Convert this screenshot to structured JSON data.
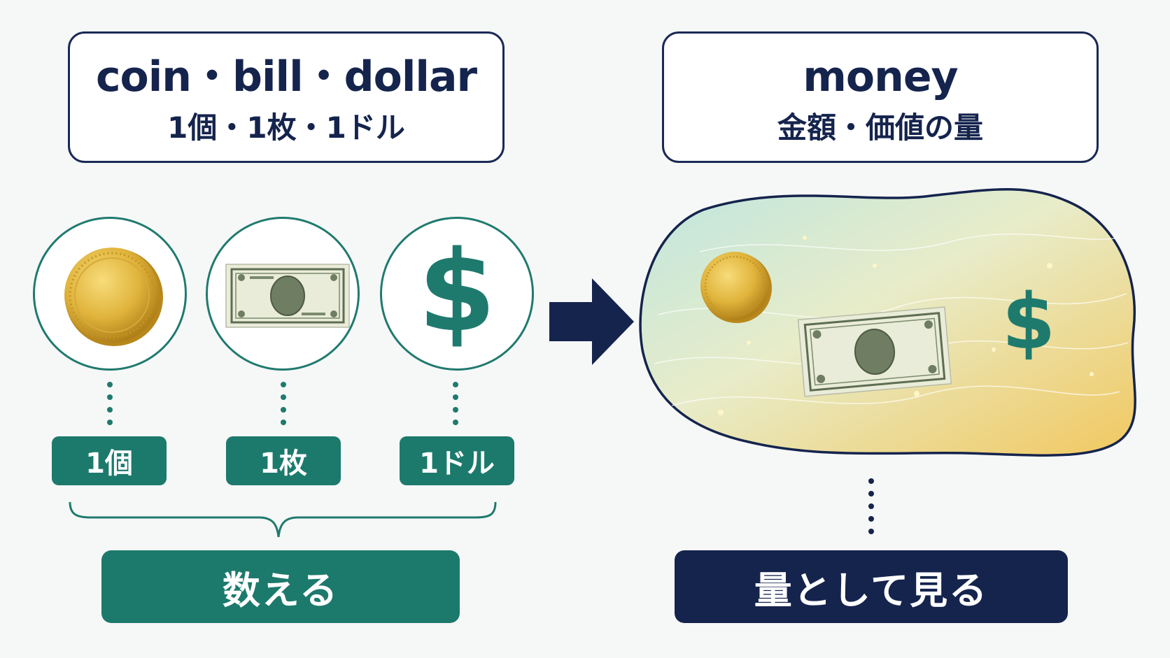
{
  "left_box": {
    "title_en": "coin・bill・dollar",
    "title_jp": "1個・1枚・1ドル"
  },
  "right_box": {
    "title_en": "money",
    "title_jp": "金額・価値の量"
  },
  "dollar_symbol": "$",
  "chips": [
    "1個",
    "1枚",
    "1ドル"
  ],
  "count_label": "数える",
  "quantity_label": "量として見る",
  "colors": {
    "navy": "#1a2a55",
    "teal": "#1c7a6c",
    "gold": "#e0b43c"
  },
  "icons": [
    "coin-icon",
    "bill-icon",
    "dollar-icon",
    "arrow-right-icon",
    "brace-icon"
  ]
}
